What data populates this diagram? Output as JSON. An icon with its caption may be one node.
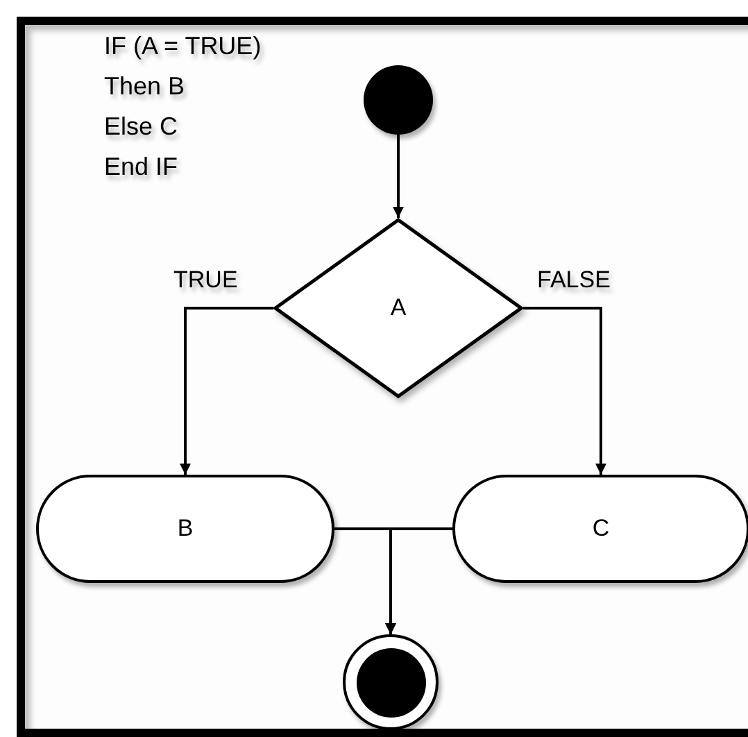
{
  "diagram": {
    "nodes": [
      {
        "text": [],
        "shape": "circle"
      },
      {
        "text": [
          "A"
        ]
      },
      {
        "text": [
          "B"
        ]
      },
      {
        "text": [
          "C"
        ]
      },
      {
        "text": [],
        "shape": "circle"
      }
    ],
    "edges": [
      {
        "from": 0,
        "to": 1,
        "arrow": "to"
      },
      {
        "from": 1,
        "to": 2,
        "arrow": "to",
        "label": "TRUE"
      },
      {
        "from": 1,
        "to": 3,
        "arrow": "to",
        "label": "FALSE"
      },
      {
        "from": 2,
        "to": 4,
        "arrow": "to"
      },
      {
        "from": 3,
        "to": 4,
        "arrow": "to"
      }
    ],
    "labels": [
      "IF (A = TRUE)",
      "Then B",
      "Else C",
      "End IF"
    ]
  }
}
